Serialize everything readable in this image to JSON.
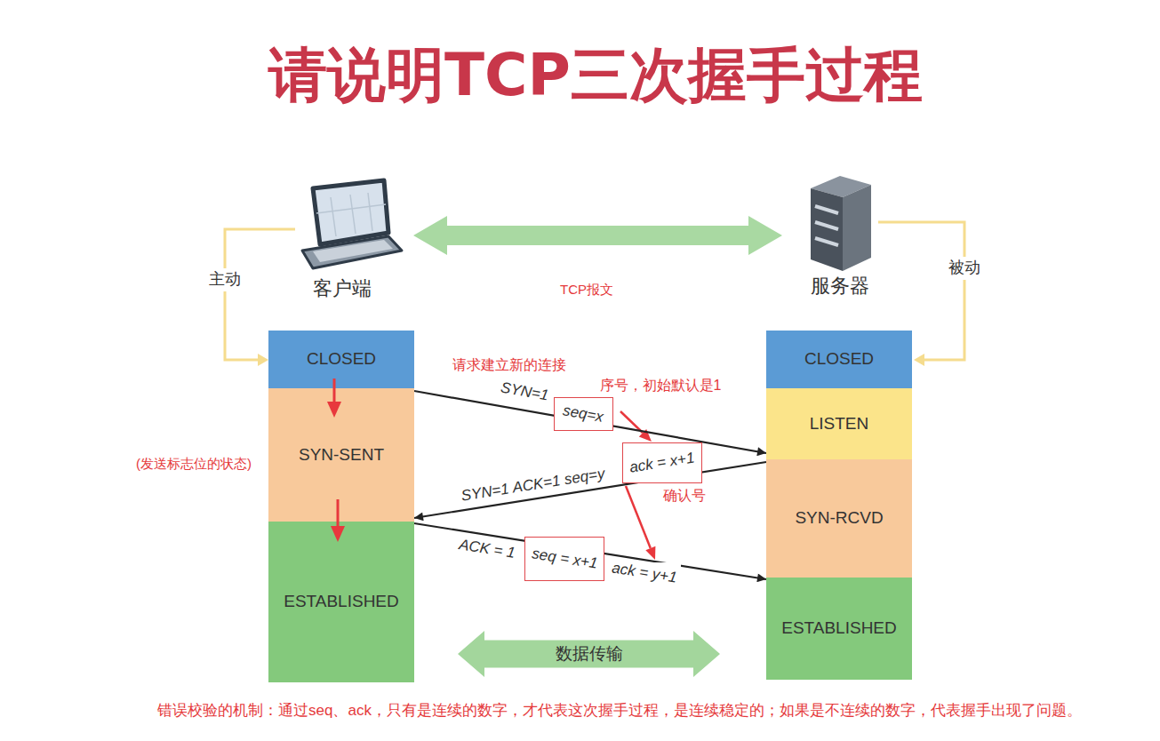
{
  "diagram": {
    "title": "请说明TCP三次握手过程",
    "nodes": [
      {
        "text": [
          "CLOSED"
        ]
      },
      {
        "text": [
          "SYN-SENT"
        ]
      },
      {
        "text": [
          "ESTABLISHED"
        ]
      },
      {
        "text": [
          "CLOSED"
        ]
      },
      {
        "text": [
          "LISTEN"
        ]
      },
      {
        "text": [
          "SYN-RCVD"
        ]
      },
      {
        "text": [
          "ESTABLISHED"
        ]
      },
      {
        "text": [
          "数据传输"
        ]
      }
    ],
    "edges": [
      {
        "from": 1,
        "to": 4,
        "arrow": "to",
        "label": "SYN=1"
      },
      {
        "from": 5,
        "to": 1,
        "arrow": "to",
        "label": "SYN=1 ACK=1 seq=y"
      },
      {
        "from": 2,
        "to": 6,
        "arrow": "to",
        "label": "ACK = 1"
      }
    ],
    "labels": [
      "客户端",
      "服务器",
      "主动",
      "被动",
      "TCP报文",
      "请求建立新的连接",
      "seq=x",
      "序号，初始默认是1",
      "ack = x+1",
      "确认号",
      "(发送标志位的状态)",
      "seq = x+1",
      "ack = y+1",
      "错误校验的机制：通过seq、ack，只有是连续的数字，才代表这次握手过程，是连续稳定的；如果是不连续的数字，代表握手出现了问题。"
    ]
  }
}
